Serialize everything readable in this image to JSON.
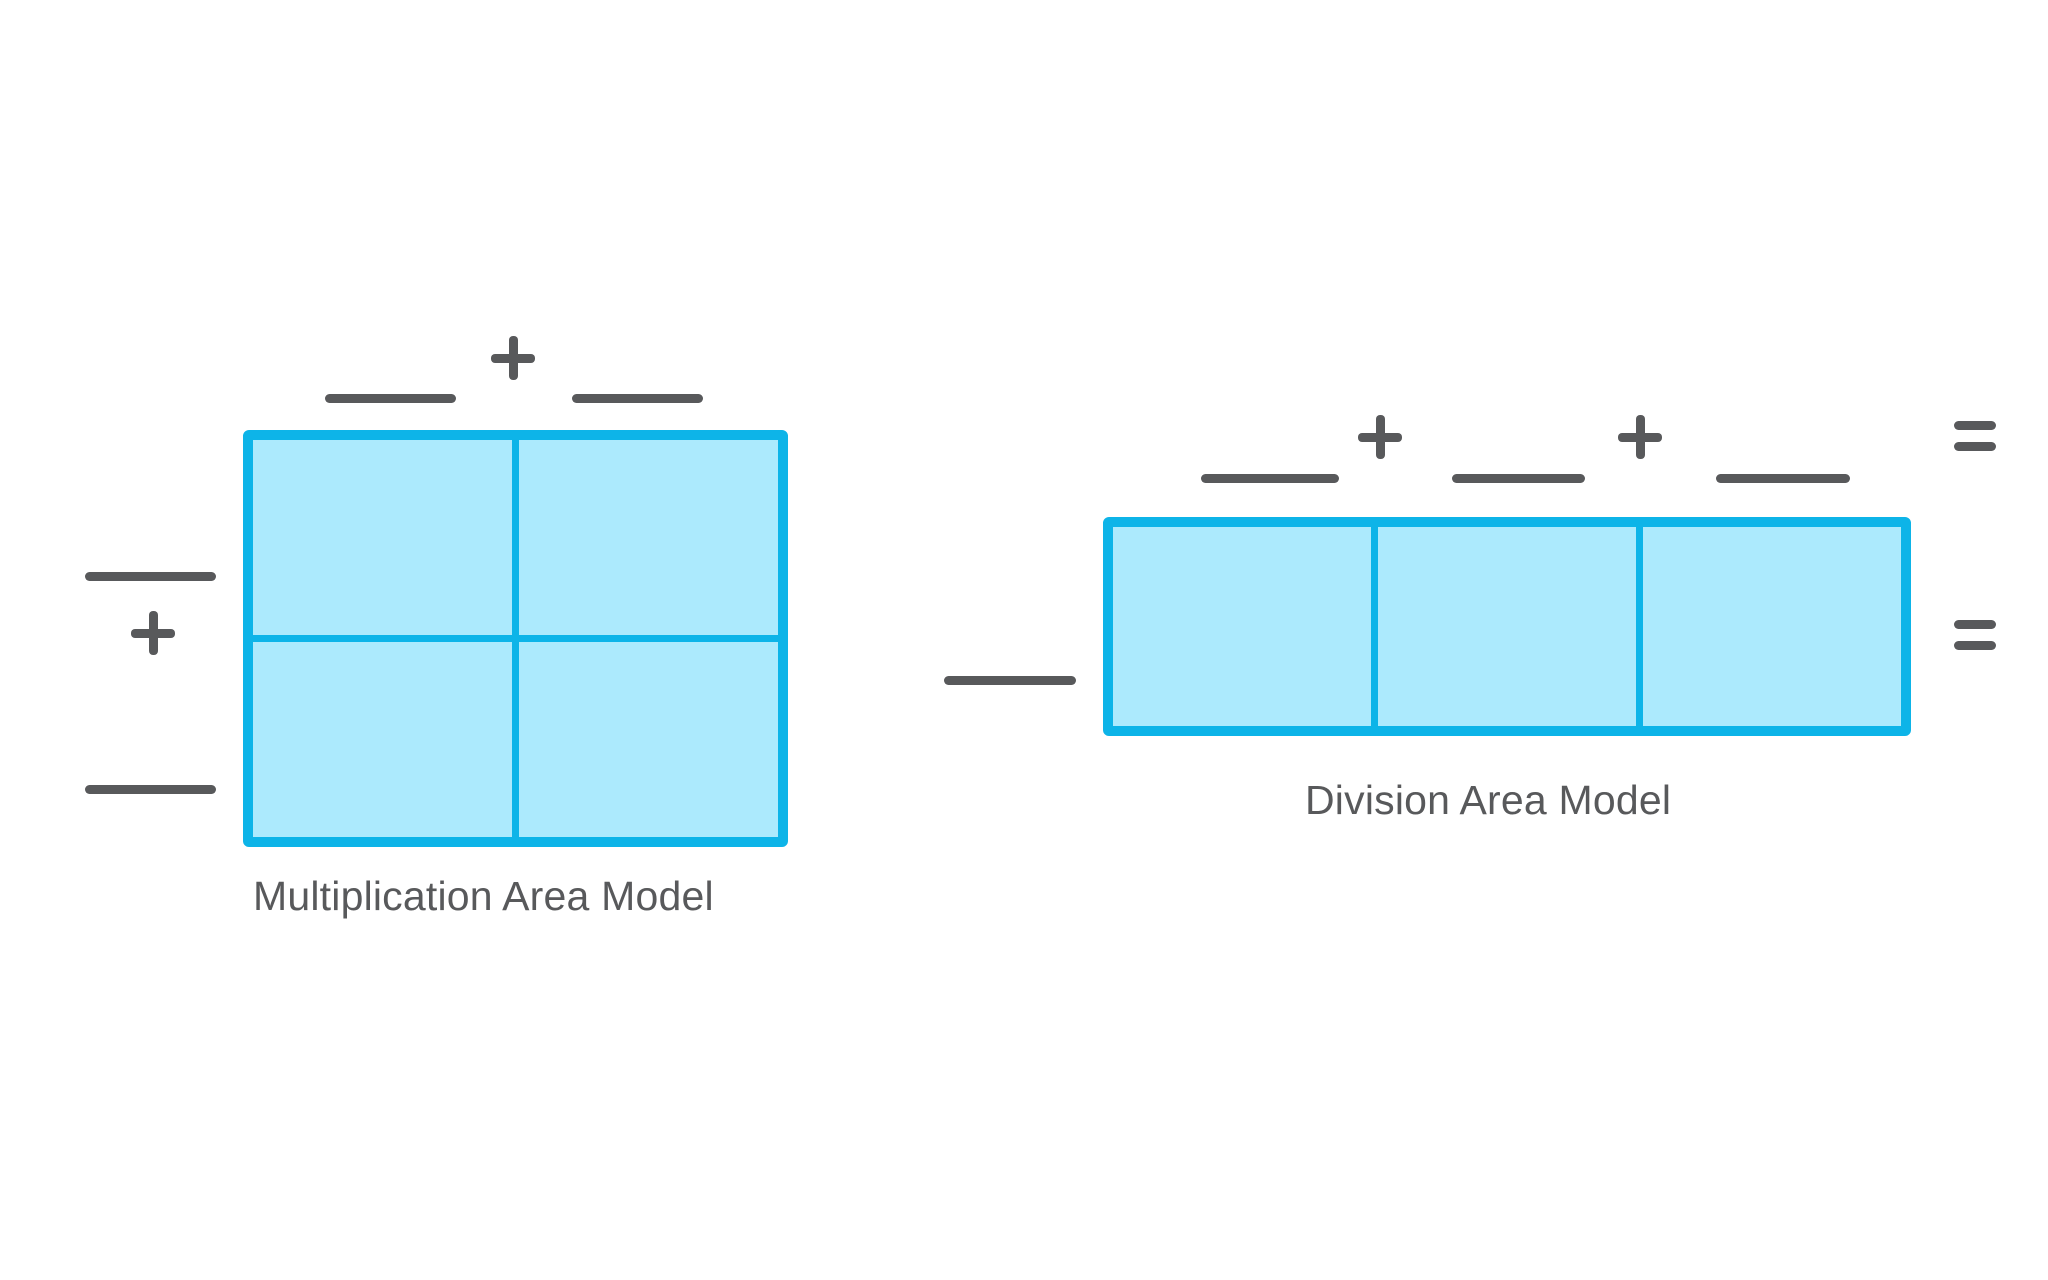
{
  "page": {
    "background_color": "#ffffff",
    "ink_color": "#58595B",
    "model_fill_color": "#ACEAFD",
    "model_stroke_color": "#0DB4E8"
  },
  "multiplication_model": {
    "caption": "Multiplication Area Model",
    "grid": {
      "rows": 2,
      "columns": 2
    },
    "cells": [
      {
        "name": "cell-top-left",
        "value": ""
      },
      {
        "name": "cell-top-right",
        "value": ""
      },
      {
        "name": "cell-bottom-left",
        "value": ""
      },
      {
        "name": "cell-bottom-right",
        "value": ""
      }
    ],
    "top_factor": {
      "blanks": [
        {
          "name": "top-blank-1",
          "value": ""
        },
        {
          "name": "top-blank-2",
          "value": ""
        }
      ],
      "operators": [
        {
          "name": "top-plus",
          "symbol": "+"
        }
      ]
    },
    "left_factor": {
      "blanks": [
        {
          "name": "left-blank-1",
          "value": ""
        },
        {
          "name": "left-blank-2",
          "value": ""
        }
      ],
      "operators": [
        {
          "name": "left-plus",
          "symbol": "+"
        }
      ]
    }
  },
  "division_model": {
    "caption": "Division Area Model",
    "grid": {
      "rows": 1,
      "columns": 3
    },
    "cells": [
      {
        "name": "cell-1",
        "value": ""
      },
      {
        "name": "cell-2",
        "value": ""
      },
      {
        "name": "cell-3",
        "value": ""
      }
    ],
    "top_quotient": {
      "blanks": [
        {
          "name": "top-blank-1",
          "value": ""
        },
        {
          "name": "top-blank-2",
          "value": ""
        },
        {
          "name": "top-blank-3",
          "value": ""
        }
      ],
      "operators": [
        {
          "name": "top-plus-1",
          "symbol": "+"
        },
        {
          "name": "top-plus-2",
          "symbol": "+"
        }
      ]
    },
    "left_divisor": {
      "blanks": [
        {
          "name": "left-blank-1",
          "value": ""
        }
      ]
    },
    "right_results": {
      "operators": [
        {
          "name": "equals-top",
          "symbol": "="
        },
        {
          "name": "equals-middle",
          "symbol": "="
        }
      ]
    }
  }
}
